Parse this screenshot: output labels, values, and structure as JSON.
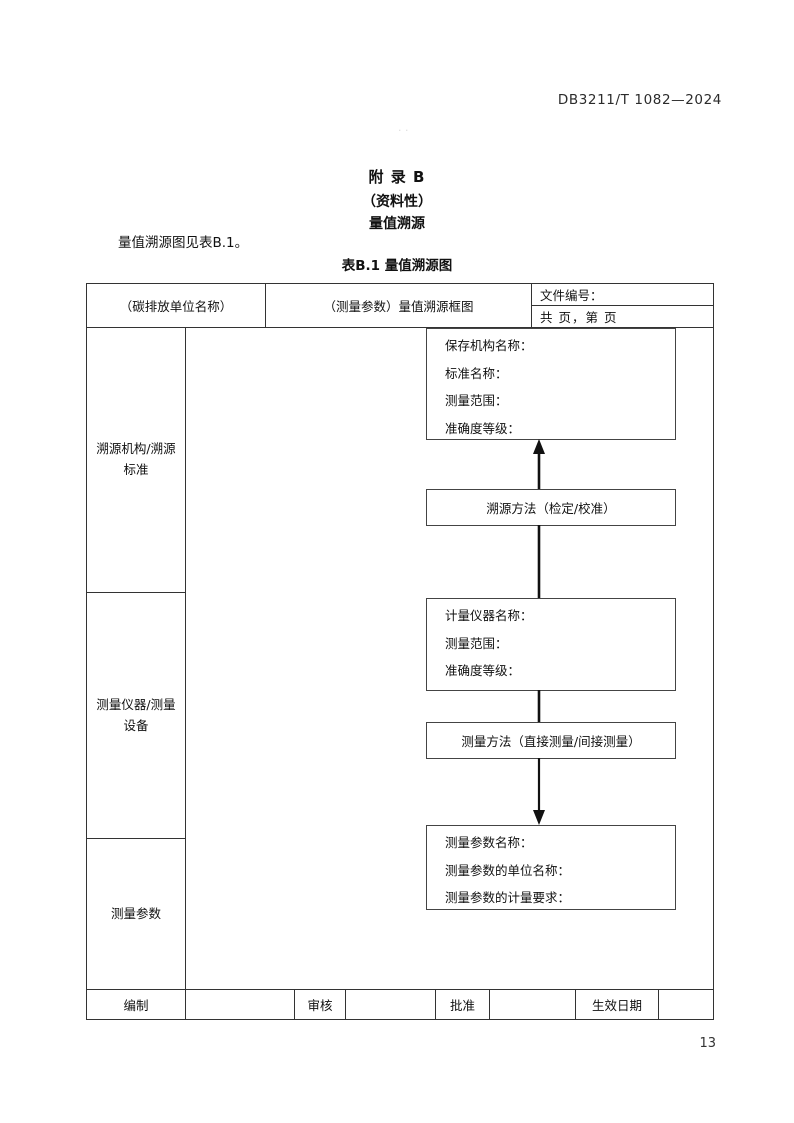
{
  "header": {
    "standard_code": "DB3211/T 1082—2024"
  },
  "annex": {
    "title": "附 录 B",
    "subtitle": "（资料性）",
    "name": "量值溯源"
  },
  "lead_paragraph": "量值溯源图见表B.1。",
  "table_caption": "表B.1 量值溯源图",
  "form": {
    "head": {
      "unit_name": "（碳排放单位名称）",
      "diagram_title": "（测量参数）量值溯源框图",
      "doc_number_label": "文件编号：",
      "pages_label": "共  页，第  页"
    },
    "row_labels": [
      "溯源机构/溯源\n标准",
      "测量仪器/测量\n设备",
      "测量参数"
    ],
    "boxes": [
      {
        "name": "traceability-institution-box",
        "lines": [
          "保存机构名称：",
          "标准名称：",
          "测量范围：",
          "准确度等级："
        ]
      },
      {
        "name": "traceability-method-box",
        "lines": [
          "溯源方法（检定/校准）"
        ]
      },
      {
        "name": "measuring-instrument-box",
        "lines": [
          "计量仪器名称：",
          "测量范围：",
          "准确度等级："
        ]
      },
      {
        "name": "measurement-method-box",
        "lines": [
          "测量方法（直接测量/间接测量）"
        ]
      },
      {
        "name": "measurement-parameter-box",
        "lines": [
          "测量参数名称：",
          "测量参数的单位名称：",
          "测量参数的计量要求："
        ]
      }
    ],
    "signature_row": [
      {
        "label": "编制",
        "value": ""
      },
      {
        "label": "审核",
        "value": ""
      },
      {
        "label": "批准",
        "value": ""
      },
      {
        "label": "生效日期",
        "value": ""
      }
    ]
  },
  "page_number": "13",
  "colors": {
    "text": "#111111",
    "rule": "#333333",
    "box_border": "#444444",
    "connector": "#111111"
  }
}
